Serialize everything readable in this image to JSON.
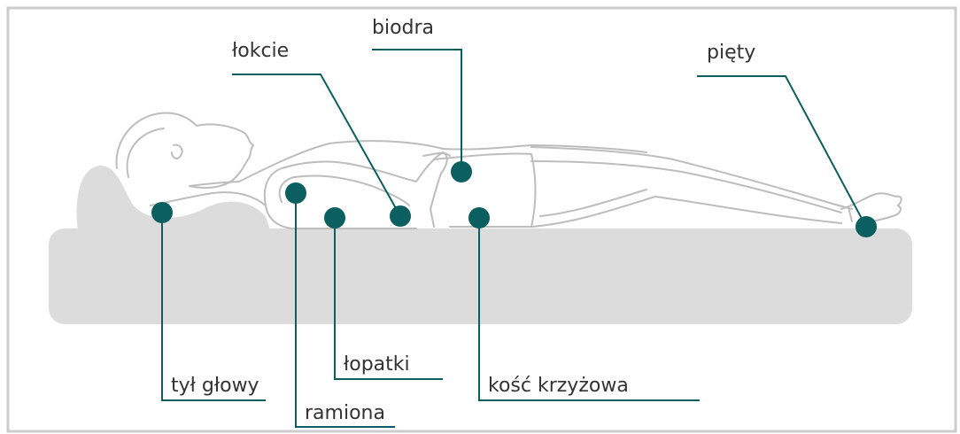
{
  "labels": {
    "lokcie": "łokcie",
    "biodra": "biodra",
    "piety": "pięty",
    "tyl_glowy": "tył głowy",
    "lopatki": "łopatki",
    "kosc_krzyzowa": "kość krzyżowa",
    "ramiona": "ramiona"
  },
  "colors": {
    "marker": "#0b5f60",
    "leader_line": "#0b5f60",
    "mattress": "#dcdcdc",
    "body_outline": "#bdbdbd",
    "frame_border": "#cccccc"
  }
}
